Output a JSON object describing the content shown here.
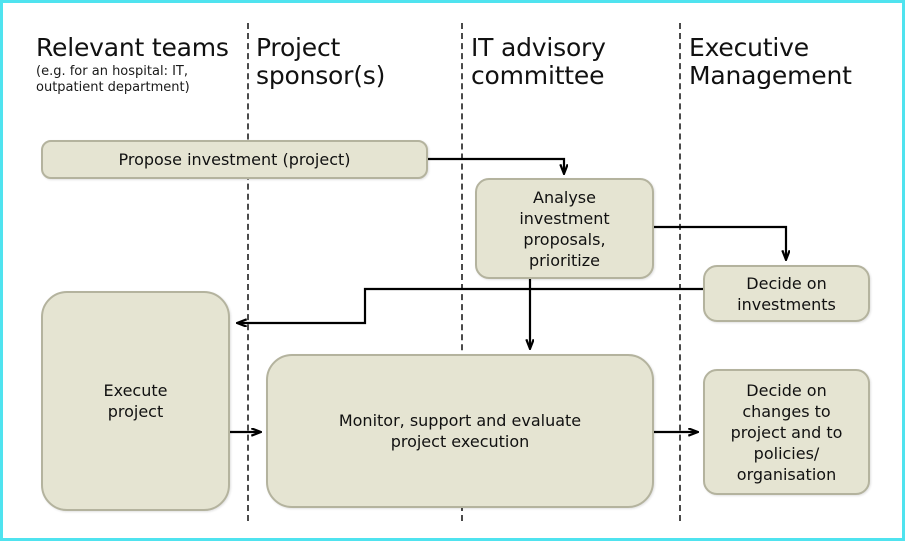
{
  "diagram": {
    "type": "swimlane-flowchart",
    "frame_color": "#4fe3ef",
    "node_fill": "#e5e4d2",
    "node_border": "#b4b39e",
    "connector_color": "#000000",
    "divider_style": "dashed",
    "lanes": [
      {
        "id": "relevant-teams",
        "title": "Relevant teams",
        "subtitle": "(e.g. for an hospital: IT,\noutpatient department)"
      },
      {
        "id": "project-sponsors",
        "title": "Project\nsponsor(s)",
        "subtitle": ""
      },
      {
        "id": "it-advisory-committee",
        "title": "IT advisory\ncommittee",
        "subtitle": ""
      },
      {
        "id": "executive-management",
        "title": "Executive\nManagement",
        "subtitle": ""
      }
    ],
    "nodes": [
      {
        "id": "propose-investment",
        "label": "Propose investment (project)",
        "lane": "relevant-teams"
      },
      {
        "id": "analyse-investment-proposals",
        "label": "Analyse\ninvestment\nproposals,\nprioritize",
        "lane": "it-advisory-committee"
      },
      {
        "id": "decide-on-investments",
        "label": "Decide on\ninvestments",
        "lane": "executive-management"
      },
      {
        "id": "execute-project",
        "label": "Execute\nproject",
        "lane": "relevant-teams"
      },
      {
        "id": "monitor-support-evaluate",
        "label": "Monitor, support and evaluate\nproject execution",
        "lane": "project-sponsors"
      },
      {
        "id": "decide-on-changes",
        "label": "Decide on\nchanges to\nproject and to\npolicies/\norganisation",
        "lane": "executive-management"
      }
    ],
    "edges": [
      {
        "id": "propose-to-analyse",
        "from": "propose-investment",
        "to": "analyse-investment-proposals"
      },
      {
        "id": "analyse-to-decide-investments",
        "from": "analyse-investment-proposals",
        "to": "decide-on-investments"
      },
      {
        "id": "analyse-to-monitor",
        "from": "analyse-investment-proposals",
        "to": "monitor-support-evaluate"
      },
      {
        "id": "decide-investments-to-execute",
        "from": "decide-on-investments",
        "to": "execute-project"
      },
      {
        "id": "execute-to-monitor",
        "from": "execute-project",
        "to": "monitor-support-evaluate"
      },
      {
        "id": "monitor-to-decide-changes",
        "from": "monitor-support-evaluate",
        "to": "decide-on-changes"
      }
    ]
  }
}
